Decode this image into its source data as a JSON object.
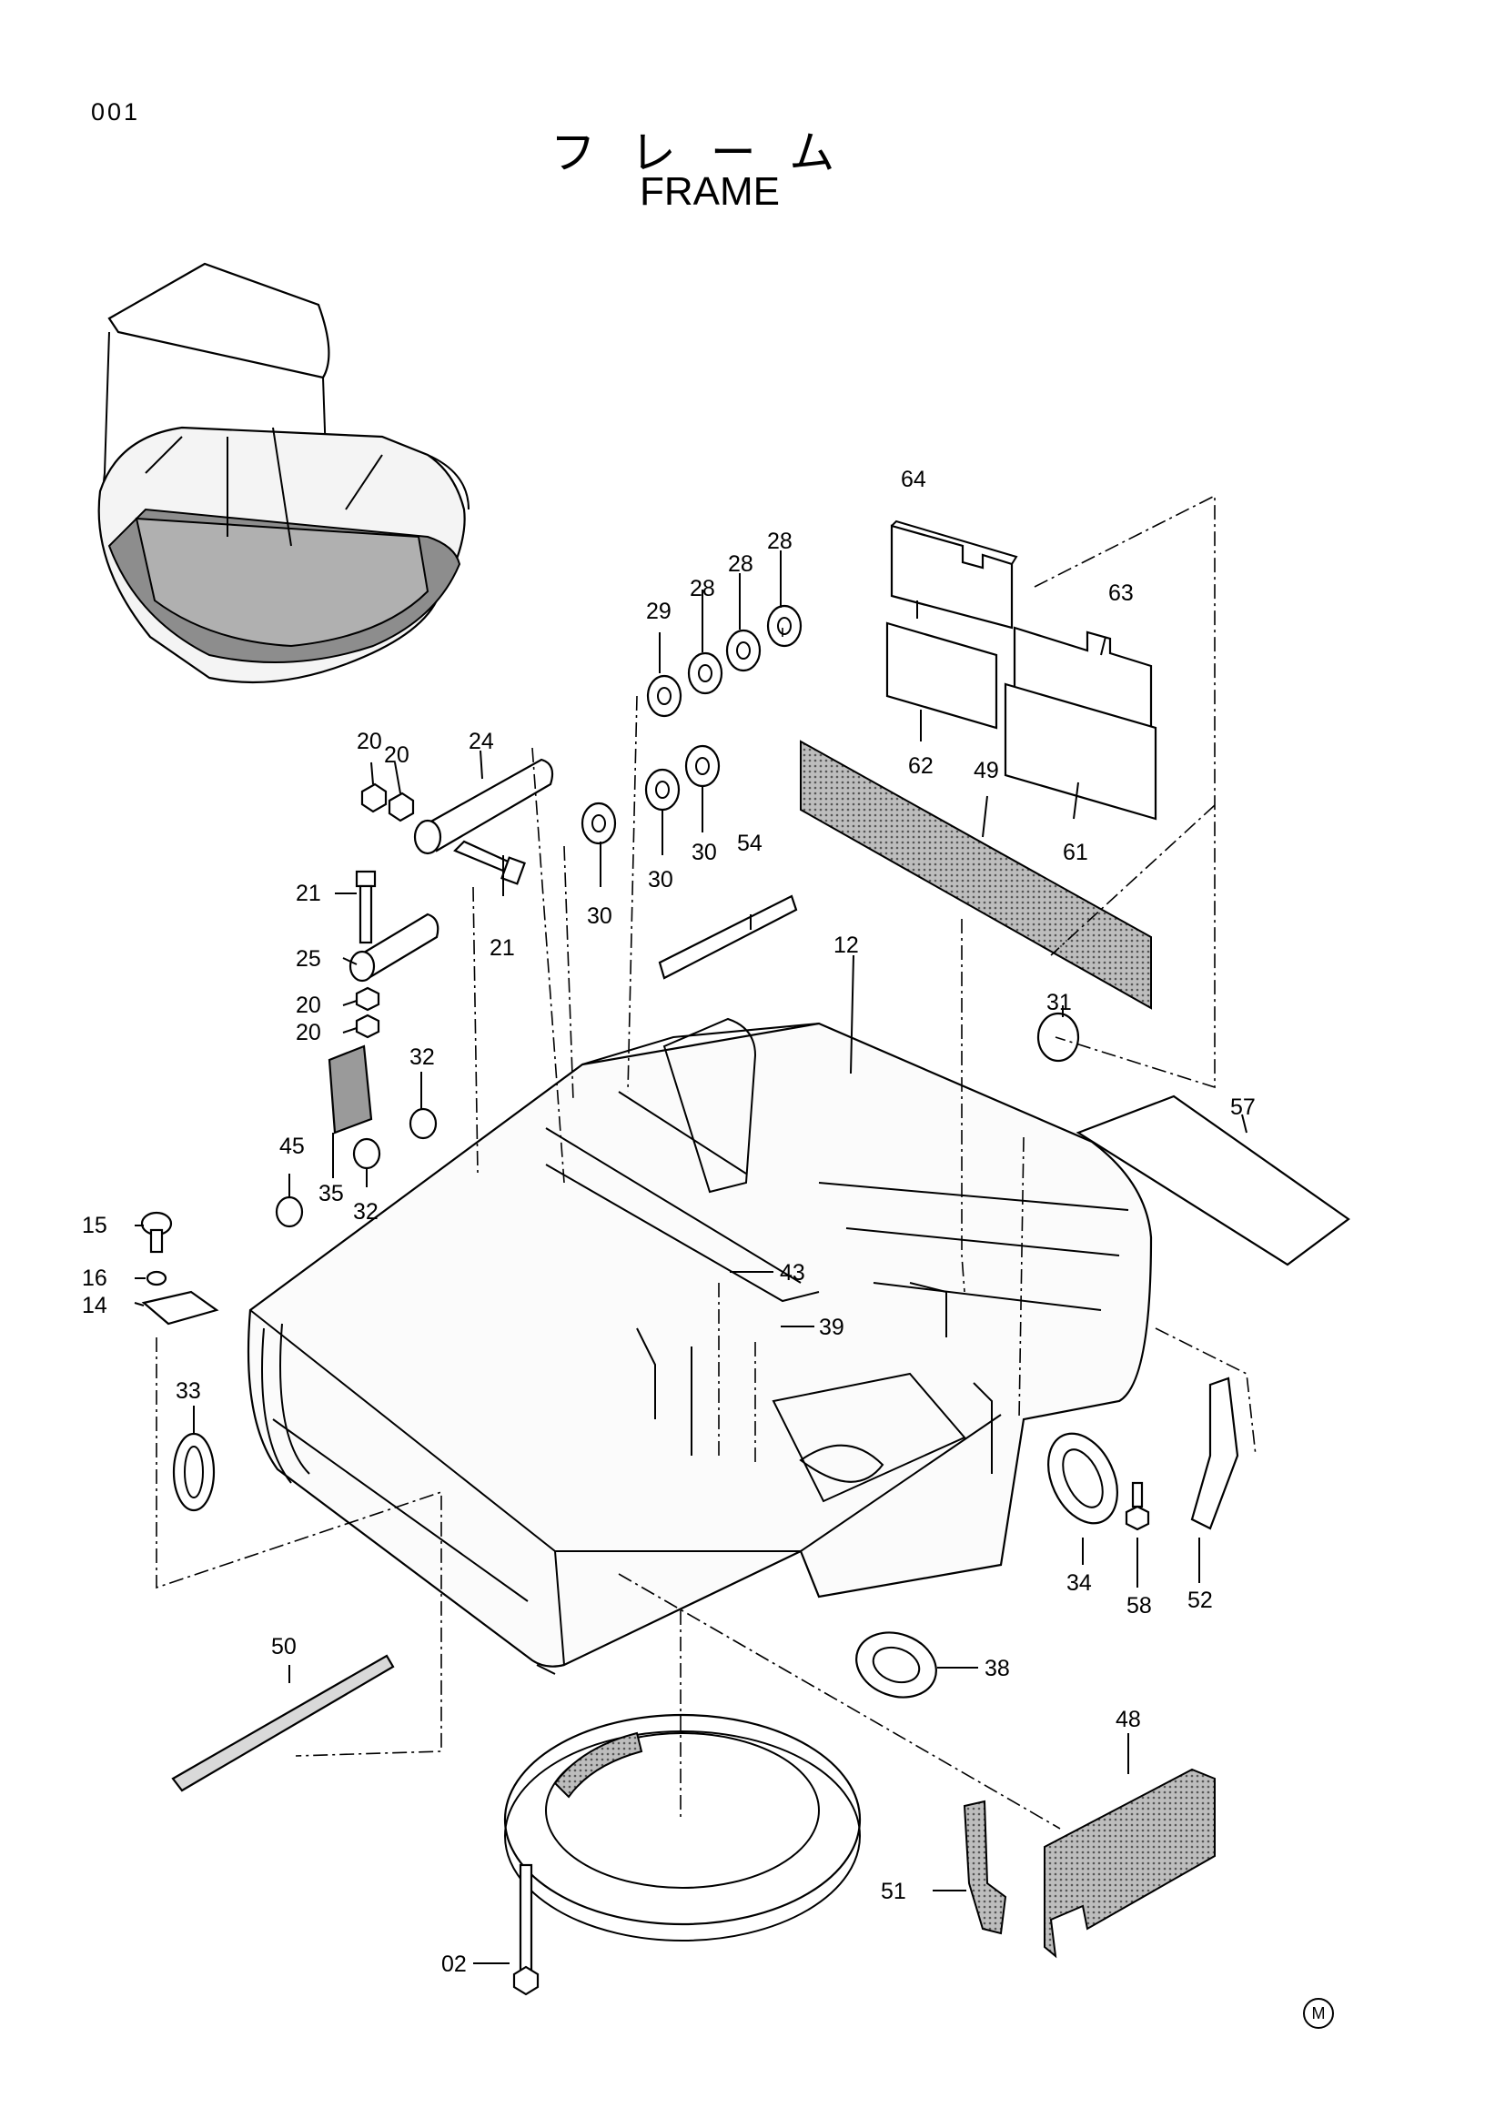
{
  "page_number": "001",
  "title_jp": "フレーム",
  "title_en": "FRAME",
  "corner_mark": "M",
  "callouts": [
    {
      "id": "c64",
      "label": "64"
    },
    {
      "id": "c63",
      "label": "63"
    },
    {
      "id": "c62",
      "label": "62"
    },
    {
      "id": "c61",
      "label": "61"
    },
    {
      "id": "c49",
      "label": "49"
    },
    {
      "id": "c29",
      "label": "29"
    },
    {
      "id": "c28a",
      "label": "28"
    },
    {
      "id": "c28b",
      "label": "28"
    },
    {
      "id": "c28c",
      "label": "28"
    },
    {
      "id": "c30a",
      "label": "30"
    },
    {
      "id": "c30b",
      "label": "30"
    },
    {
      "id": "c30c",
      "label": "30"
    },
    {
      "id": "c20a",
      "label": "20"
    },
    {
      "id": "c20b",
      "label": "20"
    },
    {
      "id": "c24",
      "label": "24"
    },
    {
      "id": "c21a",
      "label": "21"
    },
    {
      "id": "c21b",
      "label": "21"
    },
    {
      "id": "c25",
      "label": "25"
    },
    {
      "id": "c20c",
      "label": "20"
    },
    {
      "id": "c20d",
      "label": "20"
    },
    {
      "id": "c54",
      "label": "54"
    },
    {
      "id": "c12",
      "label": "12"
    },
    {
      "id": "c31",
      "label": "31"
    },
    {
      "id": "c57",
      "label": "57"
    },
    {
      "id": "c32a",
      "label": "32"
    },
    {
      "id": "c32b",
      "label": "32"
    },
    {
      "id": "c35",
      "label": "35"
    },
    {
      "id": "c45",
      "label": "45"
    },
    {
      "id": "c15",
      "label": "15"
    },
    {
      "id": "c16",
      "label": "16"
    },
    {
      "id": "c14",
      "label": "14"
    },
    {
      "id": "c43",
      "label": "43"
    },
    {
      "id": "c39",
      "label": "39"
    },
    {
      "id": "c33",
      "label": "33"
    },
    {
      "id": "c34",
      "label": "34"
    },
    {
      "id": "c58",
      "label": "58"
    },
    {
      "id": "c52",
      "label": "52"
    },
    {
      "id": "c38",
      "label": "38"
    },
    {
      "id": "c50",
      "label": "50"
    },
    {
      "id": "c48",
      "label": "48"
    },
    {
      "id": "c51",
      "label": "51"
    },
    {
      "id": "c02",
      "label": "02"
    }
  ]
}
